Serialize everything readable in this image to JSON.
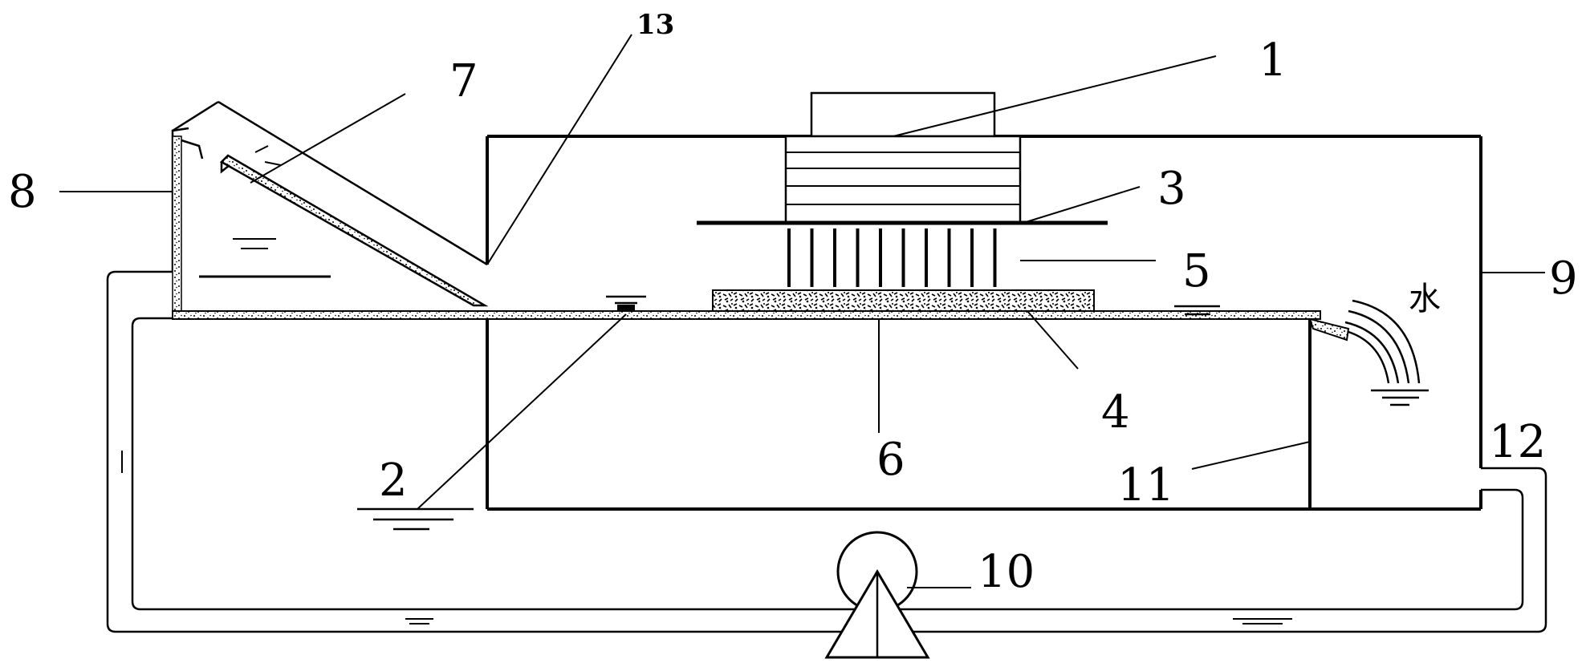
{
  "diagram": {
    "labels": {
      "l1": "1",
      "l2": "2",
      "l3": "3",
      "l4": "4",
      "l5": "5",
      "l6": "6",
      "l7": "7",
      "l8": "8",
      "l9": "9",
      "l10": "10",
      "l11": "11",
      "l12": "12",
      "l13": "13",
      "water": "水"
    }
  }
}
